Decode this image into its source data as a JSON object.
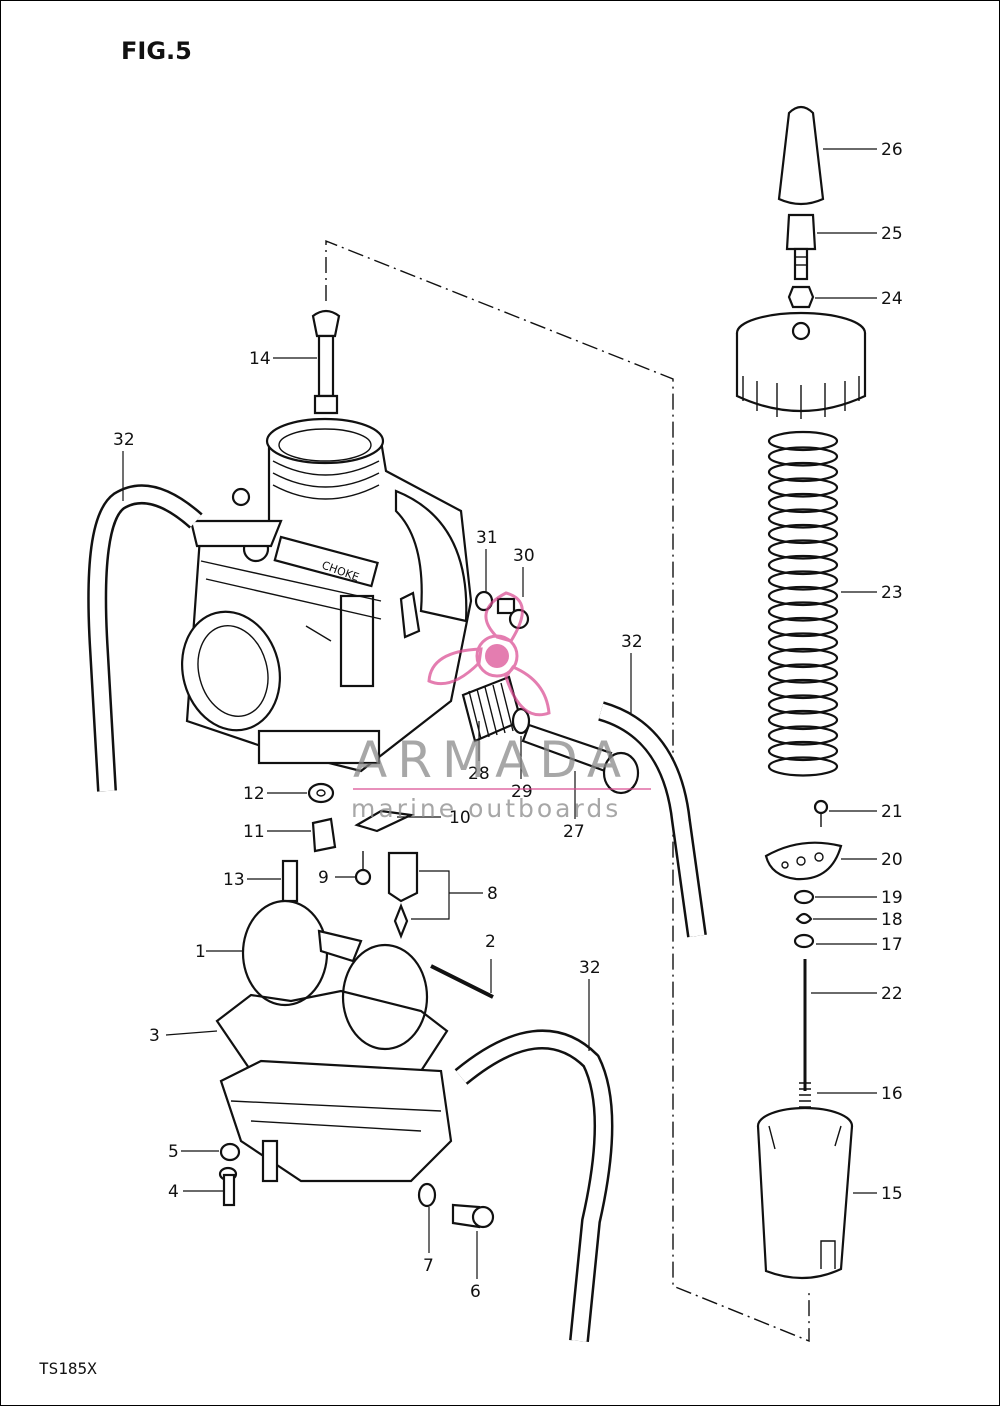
{
  "figure_title": "FIG.5",
  "model_code": "TS185X",
  "watermark": {
    "brand": "ARMADA",
    "tagline": "marine outboards",
    "color": "#d9478f"
  },
  "callouts": [
    {
      "id": "c1",
      "text": "1"
    },
    {
      "id": "c2",
      "text": "2"
    },
    {
      "id": "c3",
      "text": "3"
    },
    {
      "id": "c4",
      "text": "4"
    },
    {
      "id": "c5",
      "text": "5"
    },
    {
      "id": "c6",
      "text": "6"
    },
    {
      "id": "c7",
      "text": "7"
    },
    {
      "id": "c8",
      "text": "8"
    },
    {
      "id": "c9",
      "text": "9"
    },
    {
      "id": "c10",
      "text": "10"
    },
    {
      "id": "c11",
      "text": "11"
    },
    {
      "id": "c12",
      "text": "12"
    },
    {
      "id": "c13",
      "text": "13"
    },
    {
      "id": "c14",
      "text": "14"
    },
    {
      "id": "c15",
      "text": "15"
    },
    {
      "id": "c16",
      "text": "16"
    },
    {
      "id": "c17",
      "text": "17"
    },
    {
      "id": "c18",
      "text": "18"
    },
    {
      "id": "c19",
      "text": "19"
    },
    {
      "id": "c20",
      "text": "20"
    },
    {
      "id": "c21",
      "text": "21"
    },
    {
      "id": "c22",
      "text": "22"
    },
    {
      "id": "c23",
      "text": "23"
    },
    {
      "id": "c24",
      "text": "24"
    },
    {
      "id": "c25",
      "text": "25"
    },
    {
      "id": "c26",
      "text": "26"
    },
    {
      "id": "c27",
      "text": "27"
    },
    {
      "id": "c28",
      "text": "28"
    },
    {
      "id": "c29",
      "text": "29"
    },
    {
      "id": "c30",
      "text": "30"
    },
    {
      "id": "c31",
      "text": "31"
    },
    {
      "id": "c32a",
      "text": "32"
    },
    {
      "id": "c32b",
      "text": "32"
    },
    {
      "id": "c32c",
      "text": "32"
    }
  ]
}
